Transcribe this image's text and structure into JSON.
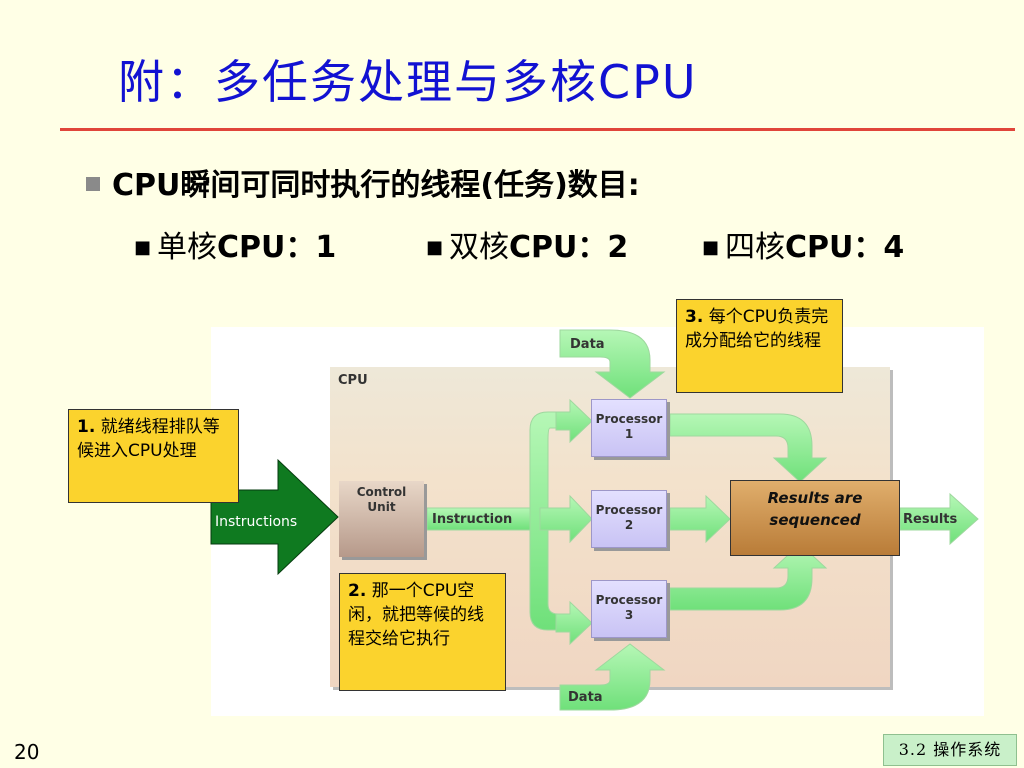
{
  "title": "附：多任务处理与多核CPU",
  "bullets": {
    "main": "CPU瞬间可同时执行的线程(任务)数目:",
    "single": {
      "label": "单核",
      "cpu": "CPU：1"
    },
    "dual": {
      "label": "双核",
      "cpu": "CPU：2"
    },
    "quad": {
      "label": "四核",
      "cpu": "CPU：4"
    }
  },
  "diagram": {
    "cpu_label": "CPU",
    "data_top": "Data",
    "data_bottom": "Data",
    "control_unit": [
      "Control",
      "Unit"
    ],
    "instruction": "Instruction",
    "instructions": "Instructions",
    "processors": [
      {
        "line1": "Processor",
        "line2": "1"
      },
      {
        "line1": "Processor",
        "line2": "2"
      },
      {
        "line1": "Processor",
        "line2": "3"
      }
    ],
    "results_box": [
      "Results are",
      "sequenced"
    ],
    "results": "Results"
  },
  "notes": {
    "n1": {
      "num": "1.",
      "text": " 就绪线程排队等候进入CPU处理"
    },
    "n2": {
      "num": "2.",
      "text": " 那一个CPU空闲，就把等候的线程交给它执行"
    },
    "n3": {
      "num": "3.",
      "text": " 每个CPU负责完成分配给它的线程"
    }
  },
  "footer": {
    "page": "20",
    "section": "3.2 操作系统"
  },
  "colors": {
    "title": "#1212d2",
    "rule": "#e0453a",
    "arrow_green": "#8ff09a",
    "instr_arrow": "#0f7a20",
    "note_bg": "#fbd32d",
    "background": "#ffffe6"
  }
}
